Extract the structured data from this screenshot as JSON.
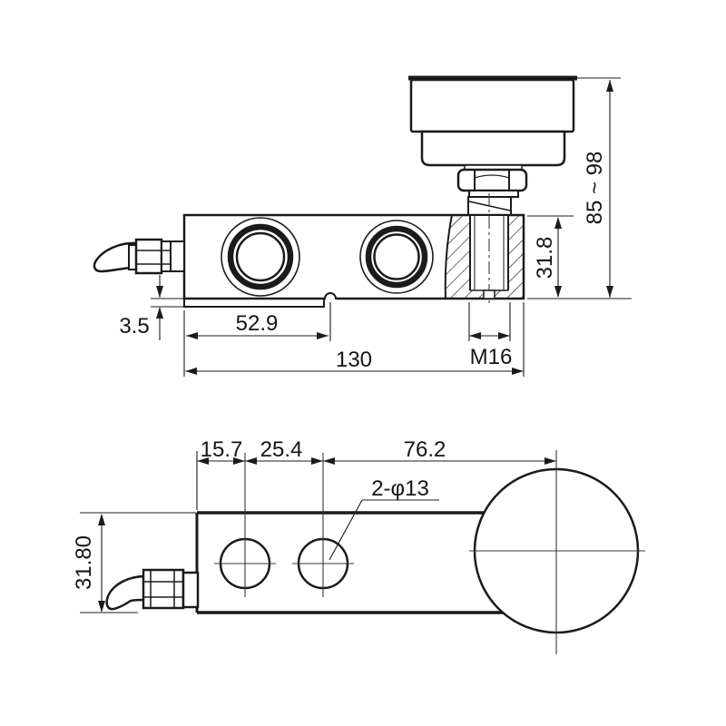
{
  "drawing_title": "shear-beam load cell outline drawing",
  "colors": {
    "line": "#1b1b1b",
    "background": "#ffffff"
  },
  "side_view": {
    "height_range": "85 ~ 98",
    "body_height": "31.8",
    "bottom_gap": "3.5",
    "slot_length": "52.9",
    "overall_length": "130",
    "thread_size": "M16"
  },
  "plan_view": {
    "edge_to_first_hole": "15.7",
    "hole_pitch": "25.4",
    "hole_to_foot_center": "76.2",
    "mounting_holes": "2-φ13",
    "body_width": "31.80"
  }
}
